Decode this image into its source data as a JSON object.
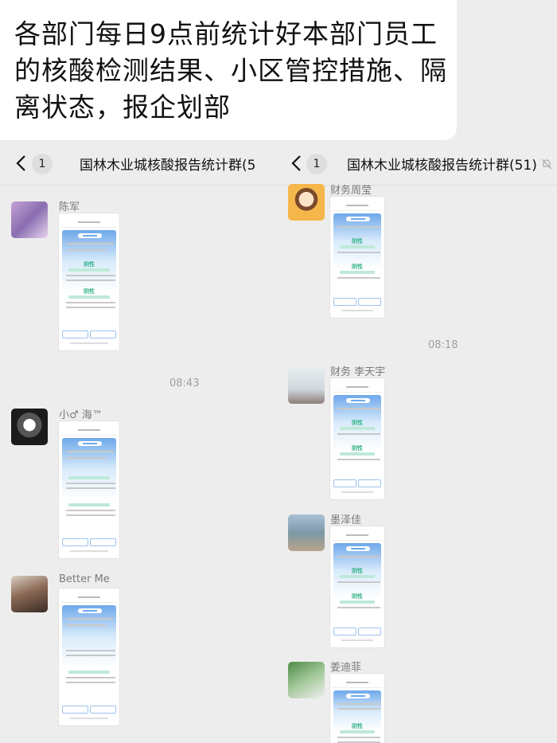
{
  "caption": {
    "text": "各部门每日9点前统计好本部门员工的核酸检测结果、小区管控措施、隔离状态，报企划部"
  },
  "left_chat": {
    "unread_count": "1",
    "title": "国林木业城核酸报告统计群(5",
    "messages": [
      {
        "sender": "陈军",
        "result": "阴性",
        "result2": "阴性"
      },
      {
        "sender": "小♂ 海™",
        "result": "",
        "result2": ""
      },
      {
        "sender": "Better Me",
        "result": "",
        "result2": ""
      }
    ],
    "time_separator": "08:43"
  },
  "right_chat": {
    "unread_count": "1",
    "title": "国林木业城核酸报告统计群(51)",
    "messages": [
      {
        "sender": "财务周莹",
        "result": "阴性",
        "result2": "阴性"
      },
      {
        "sender": "财务 李天宇",
        "result": "阴性",
        "result2": "阴性"
      },
      {
        "sender": "墨泽佳",
        "result": "阴性",
        "result2": "阴性"
      },
      {
        "sender": "姜迪菲",
        "result": "阴性",
        "result2": ""
      }
    ],
    "time_separator": "08:18"
  },
  "icons": {
    "back": "chevron-left-icon",
    "mute": "mute-bell-icon"
  },
  "colors": {
    "background": "#ededed",
    "negative_green": "#38b48b",
    "card_blue": "#6ea8ea"
  }
}
